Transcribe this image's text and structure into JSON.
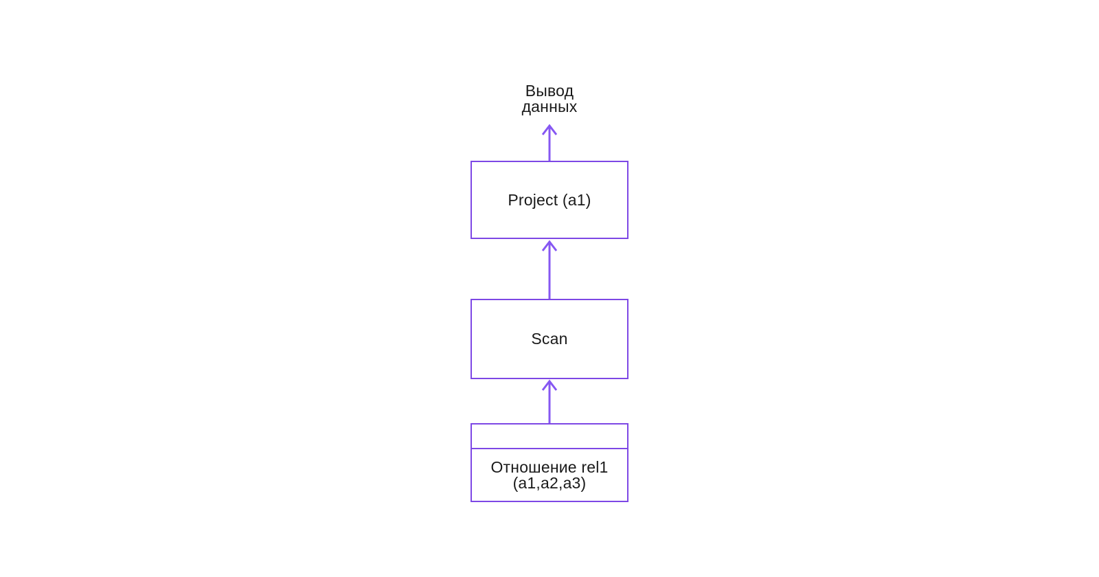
{
  "diagram": {
    "output_label": "Вывод\nданных",
    "nodes": {
      "project": {
        "label": "Project (a1)"
      },
      "scan": {
        "label": "Scan"
      },
      "relation": {
        "header": "",
        "label": "Отношение rel1\n(a1,a2,a3)"
      }
    },
    "edges": [
      {
        "from": "relation",
        "to": "scan"
      },
      {
        "from": "scan",
        "to": "project"
      },
      {
        "from": "project",
        "to": "output"
      }
    ],
    "colors": {
      "background": "#ffffff",
      "box_border": "#7d47e5",
      "arrow": "#8657f2",
      "text": "#1a1a1a"
    }
  }
}
